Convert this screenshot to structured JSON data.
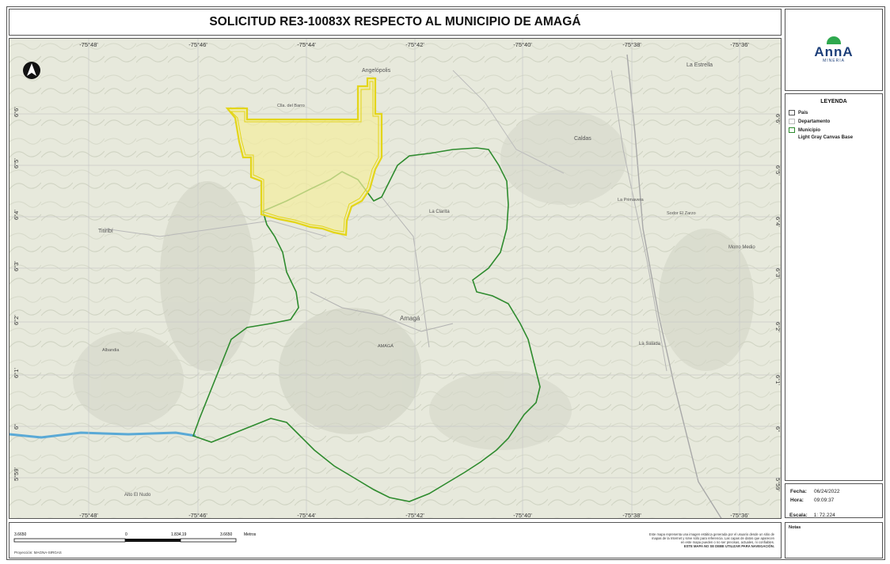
{
  "title": "SOLICITUD RE3-10083X RESPECTO AL MUNICIPIO DE AMAGÁ",
  "logo": {
    "text": "AnnA",
    "subtext": "MINERIA"
  },
  "legend": {
    "title": "LEYENDA",
    "items": [
      {
        "label": "Pais",
        "color": "#ffffff",
        "border": "#555555"
      },
      {
        "label": "Departamento",
        "color": "#ffffff",
        "border": "#bbbbbb"
      },
      {
        "label": "Municipio",
        "color": "#ffffff",
        "border": "#2e8b2e"
      }
    ],
    "basemap": "Light Gray Canvas Base"
  },
  "info": {
    "fecha_label": "Fecha:",
    "fecha": "06/24/2022",
    "hora_label": "Hora:",
    "hora": "09:09:37",
    "escala_label": "Escala:",
    "escala": "1: 72.224"
  },
  "notes_label": "Notas",
  "graticule": {
    "lon_top": [
      "-75°48'",
      "-75°46'",
      "-75°44'",
      "-75°42'",
      "-75°40'",
      "-75°38'",
      "-75°36'"
    ],
    "lon_bottom": [
      "-75°48'",
      "-75°46'",
      "-75°44'",
      "-75°42'",
      "-75°40'",
      "-75°38'",
      "-75°36'"
    ],
    "lat": [
      "6°6'",
      "6°5'",
      "6°4'",
      "6°3'",
      "6°2'",
      "6°1'",
      "6°",
      "5°59'"
    ]
  },
  "places": [
    {
      "text": "Angelópolis"
    },
    {
      "text": "La Clarita"
    },
    {
      "text": "Clla. del Barro"
    },
    {
      "text": "Caldas"
    },
    {
      "text": "Titiribí"
    },
    {
      "text": "Amagá"
    },
    {
      "text": "AMAGÁ"
    },
    {
      "text": "La Salada"
    },
    {
      "text": "Morro Medio"
    },
    {
      "text": "La Estrella"
    },
    {
      "text": "La Primavera"
    },
    {
      "text": "Sodor El Zarzo"
    },
    {
      "text": "Alto El Nudo"
    },
    {
      "text": "Albandia"
    }
  ],
  "scalebar": {
    "ticks": [
      "3.6650",
      "0",
      "1.834,19",
      "3.6650"
    ],
    "unit": "Metros"
  },
  "projection": "Proyección: MAGNA-SIRGAS",
  "disclaimer": {
    "line1": "Este mapa representa una imagen estática generada por el usuario desde un sitio de",
    "line2": "mapas de la Internet y  sirve sólo para referencia. Las capas de datos que aparecen",
    "line3": "en este mapa pueden o no ser precisas, actuales, ni confiables.",
    "line4": "ESTE MAPA NO SE DEBE UTILIZAR PARA NAVEGACIÓN."
  },
  "colors": {
    "municipio": "#2e8b2e",
    "solicitud_fill": "#f3ec9c",
    "solicitud_stroke": "#e3d51a",
    "river": "#5aa9d6",
    "terrain": "#e9eadf"
  }
}
